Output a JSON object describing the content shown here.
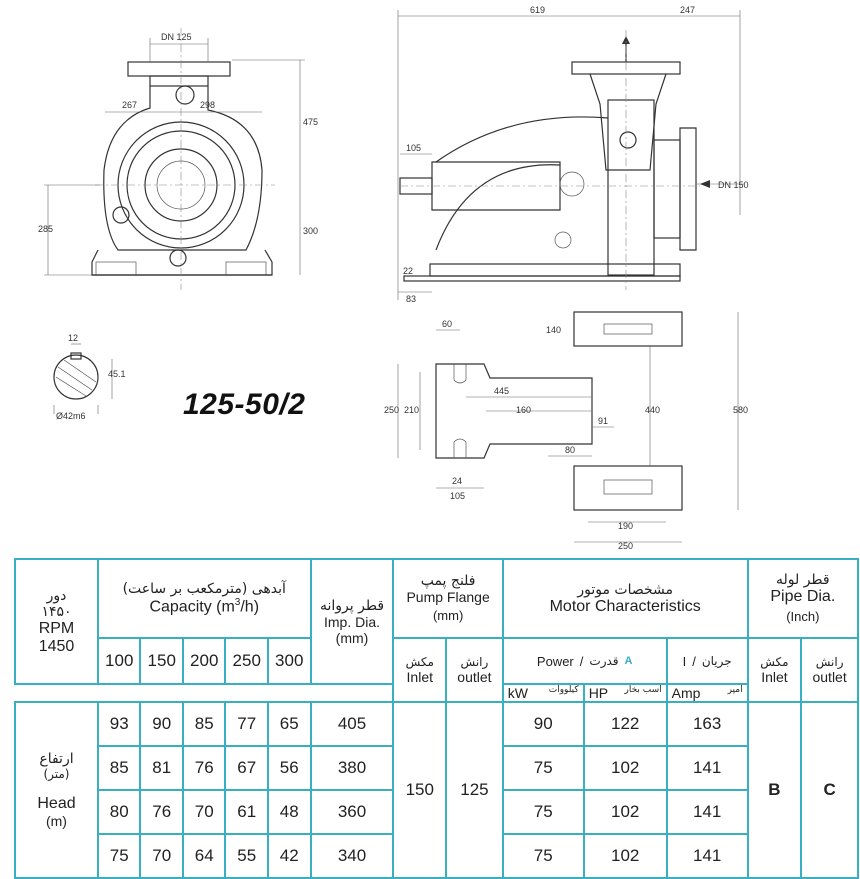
{
  "drawing": {
    "model": "125-50/2",
    "dims": {
      "dn125": "DN 125",
      "d267": "267",
      "d298": "298",
      "d475": "475",
      "d285": "285",
      "d300": "300",
      "d619": "619",
      "d247": "247",
      "d105a": "105",
      "dn150": "DN 150",
      "d22": "22",
      "d83": "83",
      "d60": "60",
      "d140": "140",
      "d250a": "250",
      "d210": "210",
      "d445": "445",
      "d160": "160",
      "d91": "91",
      "d80": "80",
      "d24": "24",
      "d105b": "105",
      "d440": "440",
      "d580": "580",
      "d190": "190",
      "d250b": "250",
      "d12": "12",
      "d451": "45.1",
      "shaft": "Ø42m6"
    }
  },
  "table": {
    "speed": {
      "fa": "دور",
      "fa_num": "۱۴۵۰",
      "label": "RPM",
      "value": "1450"
    },
    "capacity": {
      "fa": "آبدهی (مترمکعب بر ساعت)",
      "en_pre": "Capacity (m",
      "en_sup": "3",
      "en_post": "/h)",
      "cols": [
        "100",
        "150",
        "200",
        "250",
        "300"
      ]
    },
    "imp": {
      "fa": "قطر پروانه",
      "en": "Imp. Dia.",
      "unit": "(mm)"
    },
    "flange": {
      "fa": "فلنج پمپ",
      "en": "Pump Flange",
      "unit": "(mm)",
      "inlet_fa": "مکش",
      "inlet": "Inlet",
      "outlet_fa": "رانش",
      "outlet": "outlet",
      "inlet_val": "150",
      "outlet_val": "125"
    },
    "motor": {
      "fa": "مشخصات موتور",
      "en": "Motor Characteristics",
      "power_en": "Power",
      "slash": "/",
      "power_fa": "قدرت",
      "power_code": "A",
      "current_fa": "جریان",
      "current_code": "I",
      "kw": "kW",
      "kw_fa": "کیلووات",
      "hp": "HP",
      "hp_fa": "اسب بخار",
      "amp": "Amp",
      "amp_fa": "آمپر"
    },
    "pipe": {
      "fa": "قطر لوله",
      "en": "Pipe Dia.",
      "unit": "(Inch)",
      "inlet_fa": "مکش",
      "inlet": "Inlet",
      "outlet_fa": "رانش",
      "outlet": "outlet",
      "b": "B",
      "c": "C"
    },
    "head": {
      "fa": "ارتفاع",
      "fa_unit": "(متر)",
      "en": "Head",
      "unit": "(m)"
    },
    "rows": [
      {
        "heads": [
          "93",
          "90",
          "85",
          "77",
          "65"
        ],
        "imp": "405",
        "kw": "90",
        "hp": "122",
        "amp": "163"
      },
      {
        "heads": [
          "85",
          "81",
          "76",
          "67",
          "56"
        ],
        "imp": "380",
        "kw": "75",
        "hp": "102",
        "amp": "141"
      },
      {
        "heads": [
          "80",
          "76",
          "70",
          "61",
          "48"
        ],
        "imp": "360",
        "kw": "75",
        "hp": "102",
        "amp": "141"
      },
      {
        "heads": [
          "75",
          "70",
          "64",
          "55",
          "42"
        ],
        "imp": "340",
        "kw": "75",
        "hp": "102",
        "amp": "141"
      }
    ]
  }
}
